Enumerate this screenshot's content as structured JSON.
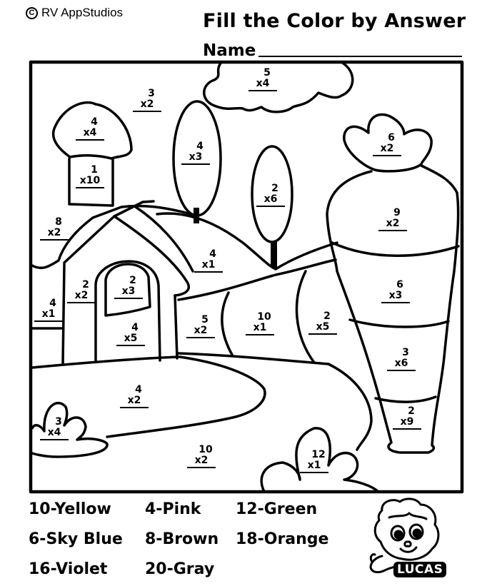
{
  "header": {
    "copyright_symbol": "C",
    "copyright_text": "RV AppStudios",
    "title": "Fill the Color by Answer",
    "name_label": "Name"
  },
  "problems": [
    {
      "id": "sky-top",
      "a": "3",
      "b": "x2"
    },
    {
      "id": "cloud",
      "a": "5",
      "b": "x4"
    },
    {
      "id": "mushroom-cap",
      "a": "4",
      "b": "x4"
    },
    {
      "id": "mushroom-stem",
      "a": "1",
      "b": "x10"
    },
    {
      "id": "tree-left",
      "a": "4",
      "b": "x3"
    },
    {
      "id": "tree-right",
      "a": "2",
      "b": "x6"
    },
    {
      "id": "carrot-leaves",
      "a": "6",
      "b": "x2"
    },
    {
      "id": "carrot-band-1",
      "a": "9",
      "b": "x2"
    },
    {
      "id": "carrot-band-2",
      "a": "6",
      "b": "x3"
    },
    {
      "id": "carrot-band-3",
      "a": "3",
      "b": "x6"
    },
    {
      "id": "carrot-band-4",
      "a": "2",
      "b": "x9"
    },
    {
      "id": "hill-left",
      "a": "8",
      "b": "x2"
    },
    {
      "id": "house-left-wall",
      "a": "4",
      "b": "x1"
    },
    {
      "id": "house-front",
      "a": "2",
      "b": "x2"
    },
    {
      "id": "door-window",
      "a": "2",
      "b": "x3"
    },
    {
      "id": "door",
      "a": "4",
      "b": "x5"
    },
    {
      "id": "hill-middle",
      "a": "4",
      "b": "x1"
    },
    {
      "id": "fence-1",
      "a": "5",
      "b": "x2"
    },
    {
      "id": "fence-2",
      "a": "10",
      "b": "x1"
    },
    {
      "id": "fence-3",
      "a": "2",
      "b": "x5"
    },
    {
      "id": "path",
      "a": "4",
      "b": "x2"
    },
    {
      "id": "bush-left",
      "a": "3",
      "b": "x4"
    },
    {
      "id": "ground",
      "a": "10",
      "b": "x2"
    },
    {
      "id": "bush-right",
      "a": "12",
      "b": "x1"
    }
  ],
  "color_key": [
    {
      "value": "10",
      "color": "Yellow",
      "label": "10-Yellow"
    },
    {
      "value": "4",
      "color": "Pink",
      "label": "4-Pink"
    },
    {
      "value": "12",
      "color": "Green",
      "label": "12-Green"
    },
    {
      "value": "6",
      "color": "Sky Blue",
      "label": "6-Sky Blue"
    },
    {
      "value": "8",
      "color": "Brown",
      "label": "8-Brown"
    },
    {
      "value": "18",
      "color": "Orange",
      "label": "18-Orange"
    },
    {
      "value": "16",
      "color": "Violet",
      "label": "16-Violet"
    },
    {
      "value": "20",
      "color": "Gray",
      "label": "20-Gray"
    }
  ],
  "mascot": {
    "name": "LUCAS"
  }
}
